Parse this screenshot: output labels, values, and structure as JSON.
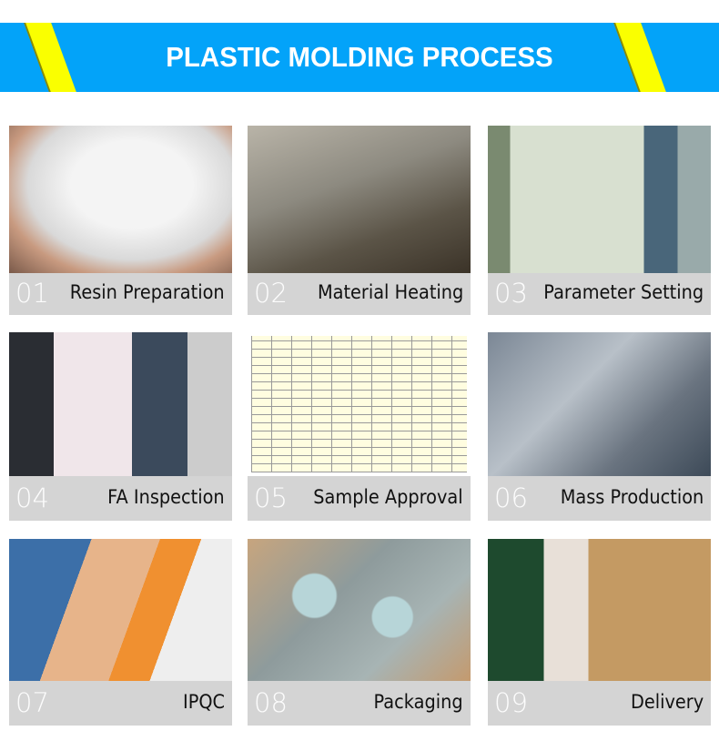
{
  "header": {
    "title": "PLASTIC MOLDING PROCESS",
    "banner_color": "#03a3f9",
    "stripe_color": "#faff00"
  },
  "steps": [
    {
      "number": "01",
      "label": "Resin Preparation",
      "image": "resin-pellets-photo"
    },
    {
      "number": "02",
      "label": "Material Heating",
      "image": "dryer-machines-photo"
    },
    {
      "number": "03",
      "label": "Parameter Setting",
      "image": "injection-machine-photo"
    },
    {
      "number": "04",
      "label": "FA Inspection",
      "image": "inspection-lab-photo"
    },
    {
      "number": "05",
      "label": "Sample Approval",
      "image": "fai-report-spreadsheet"
    },
    {
      "number": "06",
      "label": "Mass Production",
      "image": "mold-photo"
    },
    {
      "number": "07",
      "label": "IPQC",
      "image": "color-swatch-photo"
    },
    {
      "number": "08",
      "label": "Packaging",
      "image": "packed-parts-photo"
    },
    {
      "number": "09",
      "label": "Delivery",
      "image": "carton-box-photo"
    }
  ]
}
